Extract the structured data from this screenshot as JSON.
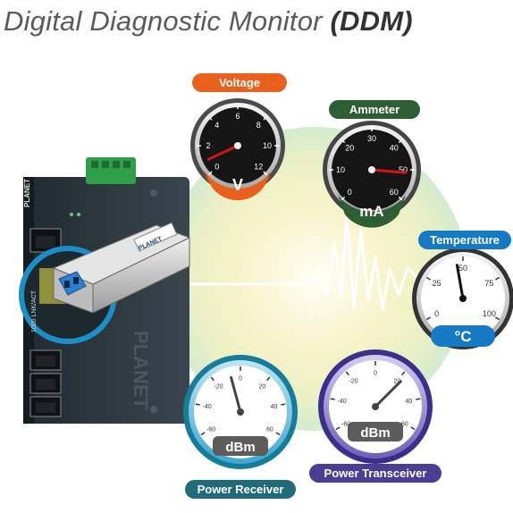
{
  "title": {
    "main": "Digital Diagnostic Monitor ",
    "bold": "(DDM)"
  },
  "colors": {
    "voltage": "#e8601c",
    "ammeter": "#2e5e34",
    "temperature": "#1679c4",
    "receiver": "#1f6b78",
    "transceiver": "#4a3e94"
  },
  "gauges": {
    "voltage": {
      "label": "Voltage",
      "unit": "V",
      "ticks": [
        "0",
        "2",
        "4",
        "6",
        "8",
        "10",
        "12"
      ]
    },
    "ammeter": {
      "label": "Ammeter",
      "unit": "mA",
      "ticks": [
        "0",
        "10",
        "20",
        "30",
        "40",
        "50",
        "60"
      ]
    },
    "temperature": {
      "label": "Temperature",
      "unit": "°C",
      "ticks": [
        "0",
        "25",
        "50",
        "75",
        "100"
      ]
    },
    "receiver": {
      "label": "Power Receiver",
      "unit": "dBm",
      "ticks": [
        "-60",
        "-40",
        "-20",
        "0",
        "20",
        "40",
        "60"
      ]
    },
    "transceiver": {
      "label": "Power Transceiver",
      "unit": "dBm",
      "ticks": [
        "-60",
        "-40",
        "-20",
        "0",
        "20",
        "40",
        "60"
      ]
    }
  },
  "device": {
    "brand": "PLANET",
    "module_brand": "PLANET",
    "port_label": "1000 LNK/ACT",
    "icon": "industrial-switch-with-sfp-module"
  }
}
